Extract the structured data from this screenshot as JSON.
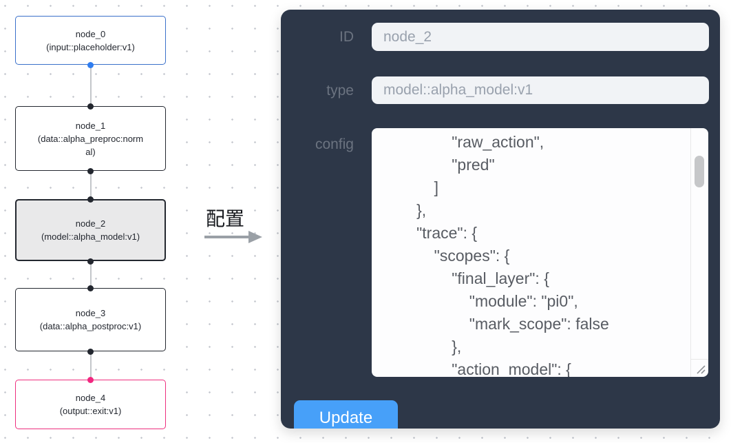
{
  "colors": {
    "panel_bg": "#2d3748",
    "input_node_blue": "#3a70ca",
    "output_node_pink": "#ee2e7e",
    "port_blue": "#2f7df0",
    "port_pink": "#f1267f",
    "node_selected_bg": "#e9e9ea",
    "button_blue": "#47a0f9"
  },
  "flow": {
    "nodes": [
      {
        "name": "node_0",
        "type_label": "(input::placeholder:v1)",
        "variant": "input"
      },
      {
        "name": "node_1",
        "type_label": "(data::alpha_preproc:normal)",
        "variant": "default"
      },
      {
        "name": "node_2",
        "type_label": "(model::alpha_model:v1)",
        "variant": "selected"
      },
      {
        "name": "node_3",
        "type_label": "(data::alpha_postproc:v1)",
        "variant": "default"
      },
      {
        "name": "node_4",
        "type_label": "(output::exit:v1)",
        "variant": "output"
      }
    ]
  },
  "transition": {
    "label": "配置"
  },
  "panel": {
    "id_field": {
      "label": "ID",
      "value": "node_2"
    },
    "type_field": {
      "label": "type",
      "value": "model::alpha_model:v1"
    },
    "config_field": {
      "label": "config",
      "value": "                \"raw_action\",\n                \"pred\"\n            ]\n        },\n        \"trace\": {\n            \"scopes\": {\n                \"final_layer\": {\n                    \"module\": \"pi0\",\n                    \"mark_scope\": false\n                },\n                \"action_model\": {"
    },
    "update_label": "Update"
  },
  "icons": {
    "transition_arrow": "right-arrow-css-triangle",
    "resize_handle": "diagonal-lines",
    "scrollbar_thumb": "rounded-pill"
  }
}
